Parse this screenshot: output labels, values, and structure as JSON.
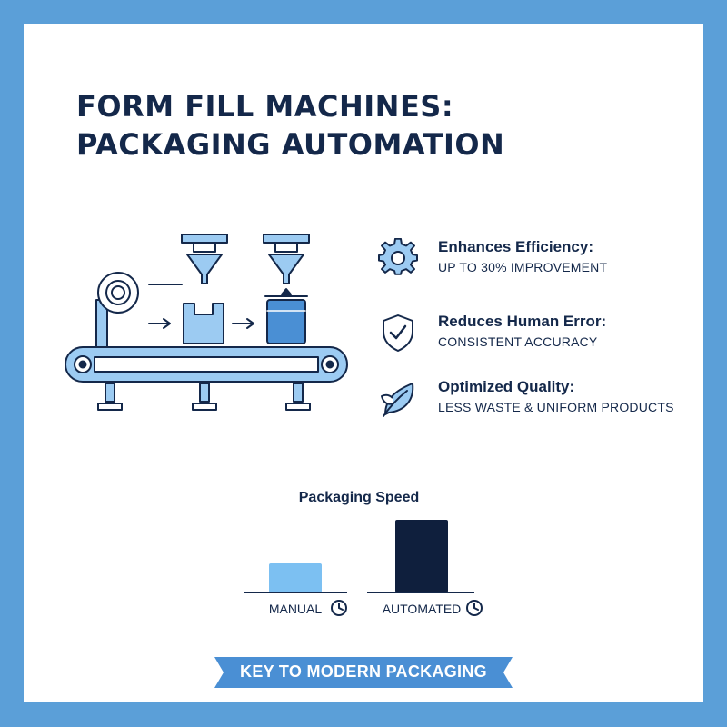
{
  "title": {
    "line1": "FORM FILL MACHINES:",
    "line2": "PACKAGING AUTOMATION"
  },
  "features": [
    {
      "icon": "gear-icon",
      "title": "Enhances Efficiency:",
      "subtitle": "UP TO 30% IMPROVEMENT"
    },
    {
      "icon": "shield-check-icon",
      "title": "Reduces Human Error:",
      "subtitle": "CONSISTENT ACCURACY"
    },
    {
      "icon": "leaf-icon",
      "title": "Optimized Quality:",
      "subtitle": "LESS WASTE & UNIFORM PRODUCTS"
    }
  ],
  "chart_data": {
    "type": "bar",
    "title": "Packaging Speed",
    "categories": [
      "MANUAL",
      "AUTOMATED"
    ],
    "values": [
      0.4,
      1.0
    ],
    "value_scale": "relative (automated = 1.0)",
    "colors": [
      "#7cc0f2",
      "#0f1f3d"
    ]
  },
  "banner": {
    "text": "KEY TO MODERN PACKAGING"
  },
  "colors": {
    "frame": "#5b9fd8",
    "text_dark": "#14284a",
    "accent": "#4a8fd4",
    "light_fill": "#cfe6fa"
  }
}
